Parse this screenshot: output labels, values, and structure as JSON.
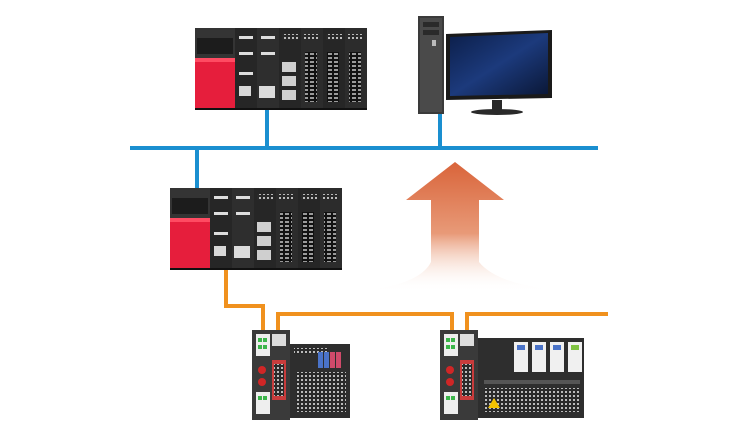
{
  "diagram": {
    "nodes": [
      {
        "id": "plc-upper",
        "kind": "plc-rack"
      },
      {
        "id": "pc-monitor",
        "kind": "workstation"
      },
      {
        "id": "plc-middle",
        "kind": "plc-rack"
      },
      {
        "id": "remote-io-1",
        "kind": "remote-io-module"
      },
      {
        "id": "remote-io-2",
        "kind": "remote-io-module"
      }
    ],
    "links": [
      {
        "network": "upper-network",
        "color": "#1a8fd0",
        "members": [
          "plc-upper",
          "pc-monitor",
          "plc-middle"
        ]
      },
      {
        "network": "field-network",
        "color": "#f0911e",
        "members": [
          "plc-middle",
          "remote-io-1",
          "remote-io-2"
        ]
      }
    ],
    "arrow": {
      "direction": "up",
      "color": "#d9643a"
    },
    "colors": {
      "plc_red": "#e61e3c",
      "module_dark": "#2a2a2a",
      "module_light": "#eeeeee"
    }
  }
}
